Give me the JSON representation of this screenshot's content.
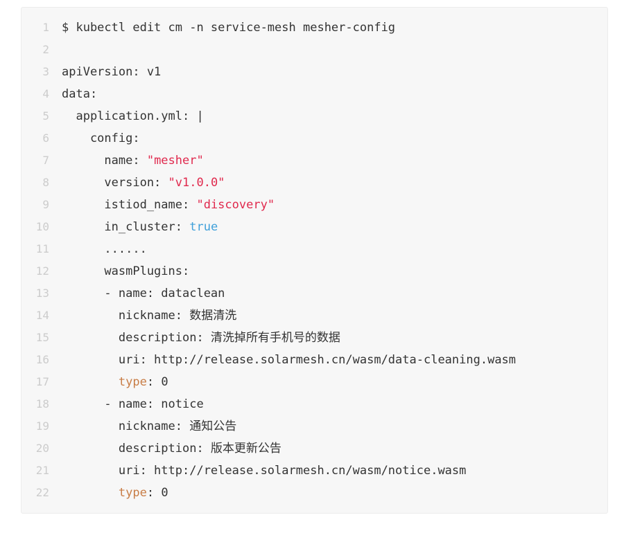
{
  "page": {
    "background": "#ffffff"
  },
  "code_block": {
    "background": "#f7f7f7",
    "border_color": "#ececec",
    "text_color": "#333333",
    "line_number_color": "#cccccc",
    "token_colors": {
      "string": "#e0294d",
      "boolean": "#3fa0da",
      "keyword": "#c87d46"
    },
    "lines": [
      {
        "num": "1",
        "tokens": [
          [
            "plain",
            "$ kubectl edit cm -n service-mesh mesher-config"
          ]
        ]
      },
      {
        "num": "2",
        "tokens": []
      },
      {
        "num": "3",
        "tokens": [
          [
            "plain",
            "apiVersion: v1"
          ]
        ]
      },
      {
        "num": "4",
        "tokens": [
          [
            "plain",
            "data:"
          ]
        ]
      },
      {
        "num": "5",
        "tokens": [
          [
            "plain",
            "  application.yml: |"
          ]
        ]
      },
      {
        "num": "6",
        "tokens": [
          [
            "plain",
            "    config:"
          ]
        ]
      },
      {
        "num": "7",
        "tokens": [
          [
            "plain",
            "      name: "
          ],
          [
            "string",
            "\"mesher\""
          ]
        ]
      },
      {
        "num": "8",
        "tokens": [
          [
            "plain",
            "      version: "
          ],
          [
            "string",
            "\"v1.0.0\""
          ]
        ]
      },
      {
        "num": "9",
        "tokens": [
          [
            "plain",
            "      istiod_name: "
          ],
          [
            "string",
            "\"discovery\""
          ]
        ]
      },
      {
        "num": "10",
        "tokens": [
          [
            "plain",
            "      in_cluster: "
          ],
          [
            "boolean",
            "true"
          ]
        ]
      },
      {
        "num": "11",
        "tokens": [
          [
            "plain",
            "      ......"
          ]
        ]
      },
      {
        "num": "12",
        "tokens": [
          [
            "plain",
            "      wasmPlugins:"
          ]
        ]
      },
      {
        "num": "13",
        "tokens": [
          [
            "plain",
            "      - name: dataclean"
          ]
        ]
      },
      {
        "num": "14",
        "tokens": [
          [
            "plain",
            "        nickname: 数据清洗"
          ]
        ]
      },
      {
        "num": "15",
        "tokens": [
          [
            "plain",
            "        description: 清洗掉所有手机号的数据"
          ]
        ]
      },
      {
        "num": "16",
        "tokens": [
          [
            "plain",
            "        uri: http://release.solarmesh.cn/wasm/data-cleaning.wasm"
          ]
        ]
      },
      {
        "num": "17",
        "tokens": [
          [
            "plain",
            "        "
          ],
          [
            "keyword",
            "type"
          ],
          [
            "plain",
            ": 0"
          ]
        ]
      },
      {
        "num": "18",
        "tokens": [
          [
            "plain",
            "      - name: notice"
          ]
        ]
      },
      {
        "num": "19",
        "tokens": [
          [
            "plain",
            "        nickname: 通知公告"
          ]
        ]
      },
      {
        "num": "20",
        "tokens": [
          [
            "plain",
            "        description: 版本更新公告"
          ]
        ]
      },
      {
        "num": "21",
        "tokens": [
          [
            "plain",
            "        uri: http://release.solarmesh.cn/wasm/notice.wasm"
          ]
        ]
      },
      {
        "num": "22",
        "tokens": [
          [
            "plain",
            "        "
          ],
          [
            "keyword",
            "type"
          ],
          [
            "plain",
            ": 0"
          ]
        ]
      }
    ]
  }
}
